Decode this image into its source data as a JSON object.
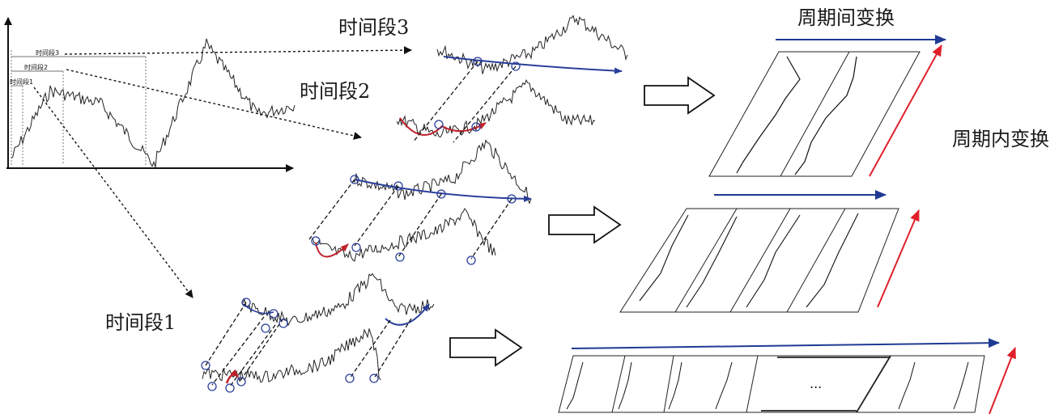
{
  "labels": {
    "segment_3": "时间段3",
    "segment_2": "时间段2",
    "segment_1": "时间段1",
    "inter_period": "周期间变换",
    "intra_period": "周期内变换",
    "small_segment_3": "时间段3",
    "small_segment_2": "时间段2",
    "small_segment_1": "时间段1",
    "ellipsis": "..."
  },
  "colors": {
    "inter_arrow": "#1f3a93",
    "intra_arrow": "#e0202a",
    "signal": "#222222",
    "fit_blue": "#2a3f9a",
    "fit_red": "#c0202a"
  },
  "icons": {
    "big_arrow": "hollow-right-arrow",
    "period_marker": "circle-marker"
  }
}
